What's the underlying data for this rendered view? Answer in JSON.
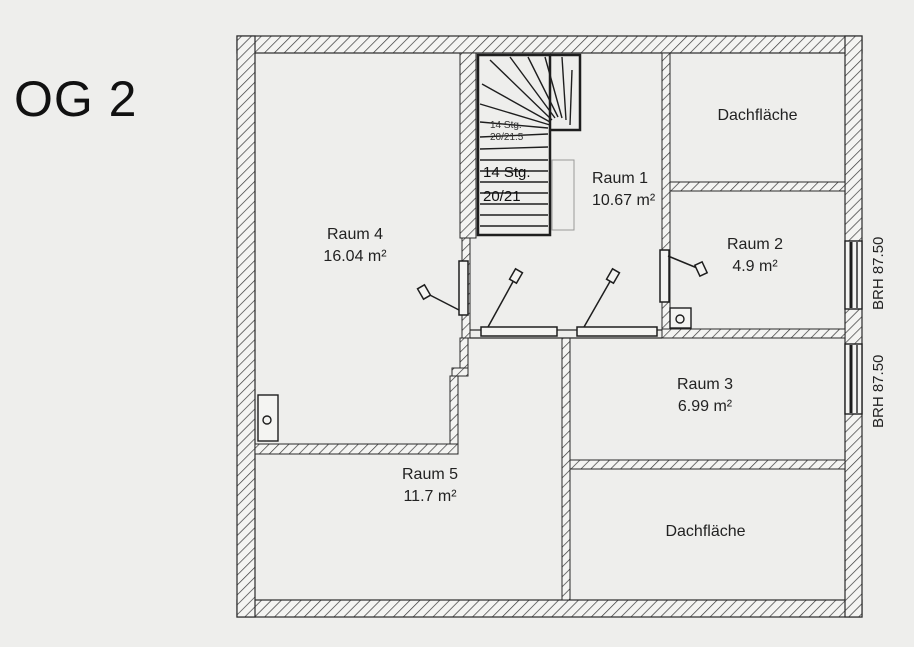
{
  "floor": {
    "title": "OG 2"
  },
  "rooms": {
    "raum1": {
      "name": "Raum 1",
      "area": "10.67 m²"
    },
    "raum2": {
      "name": "Raum 2",
      "area": "4.9 m²"
    },
    "raum3": {
      "name": "Raum 3",
      "area": "6.99 m²"
    },
    "raum4": {
      "name": "Raum 4",
      "area": "16.04 m²"
    },
    "raum5": {
      "name": "Raum 5",
      "area": "11.7 m²"
    },
    "dach_top": {
      "name": "Dachfläche"
    },
    "dach_bottom": {
      "name": "Dachfläche"
    }
  },
  "stair": {
    "steps_label": "14 Stg.",
    "ratio_label": "20/21",
    "small_steps_label": "14 Stg.",
    "small_ratio_label": "20/21.5"
  },
  "windows": {
    "upper": "BRH 87.50",
    "lower": "BRH 87.50"
  },
  "colors": {
    "line": "#2a2a2a",
    "background": "#eeeeec",
    "hatch": "#3a3a3a"
  }
}
